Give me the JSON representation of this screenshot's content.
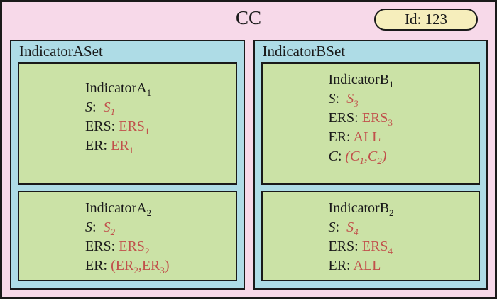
{
  "header": {
    "title": "CC",
    "badge": "Id: 123"
  },
  "colors": {
    "background": "#f7d9e9",
    "set_background": "#aedce6",
    "box_background": "#cbe2a6",
    "badge_background": "#f6eebc",
    "accent_red": "#c1504b",
    "border": "#1a1a1a"
  },
  "sets": [
    {
      "label": "IndicatorASet",
      "boxes": [
        {
          "title": [
            {
              "t": "IndicatorA"
            },
            {
              "t": "1",
              "sub": true
            }
          ],
          "lines": [
            [
              {
                "t": "S",
                "i": true
              },
              {
                "t": ":  "
              },
              {
                "t": "S",
                "red": true,
                "i": true
              },
              {
                "t": "1",
                "red": true,
                "i": true,
                "sub": true
              }
            ],
            [
              {
                "t": "ERS: "
              },
              {
                "t": "ERS",
                "red": true
              },
              {
                "t": "1",
                "red": true,
                "sub": true
              }
            ],
            [
              {
                "t": "ER: "
              },
              {
                "t": "ER",
                "red": true
              },
              {
                "t": "1",
                "red": true,
                "sub": true
              }
            ]
          ]
        },
        {
          "title": [
            {
              "t": "IndicatorA"
            },
            {
              "t": "2",
              "sub": true
            }
          ],
          "lines": [
            [
              {
                "t": "S",
                "i": true
              },
              {
                "t": ":  "
              },
              {
                "t": "S",
                "red": true,
                "i": true
              },
              {
                "t": "2",
                "red": true,
                "i": true,
                "sub": true
              }
            ],
            [
              {
                "t": "ERS: "
              },
              {
                "t": "ERS",
                "red": true
              },
              {
                "t": "2",
                "red": true,
                "sub": true
              }
            ],
            [
              {
                "t": "ER: "
              },
              {
                "t": "(ER",
                "red": true
              },
              {
                "t": "2",
                "red": true,
                "sub": true
              },
              {
                "t": ",ER",
                "red": true
              },
              {
                "t": "3",
                "red": true,
                "sub": true
              },
              {
                "t": ")",
                "red": true
              }
            ]
          ]
        }
      ]
    },
    {
      "label": "IndicatorBSet",
      "boxes": [
        {
          "title": [
            {
              "t": "IndicatorB"
            },
            {
              "t": "1",
              "sub": true
            }
          ],
          "lines": [
            [
              {
                "t": "S",
                "i": true
              },
              {
                "t": ":  "
              },
              {
                "t": "S",
                "red": true,
                "i": true
              },
              {
                "t": "3",
                "red": true,
                "i": true,
                "sub": true
              }
            ],
            [
              {
                "t": "ERS: "
              },
              {
                "t": "ERS",
                "red": true
              },
              {
                "t": "3",
                "red": true,
                "sub": true
              }
            ],
            [
              {
                "t": "ER: "
              },
              {
                "t": "ALL",
                "red": true
              }
            ],
            [
              {
                "t": "C",
                "i": true
              },
              {
                "t": ": "
              },
              {
                "t": "(C",
                "red": true,
                "i": true
              },
              {
                "t": "1",
                "red": true,
                "i": true,
                "sub": true
              },
              {
                "t": ",C",
                "red": true,
                "i": true
              },
              {
                "t": "2",
                "red": true,
                "i": true,
                "sub": true
              },
              {
                "t": ")",
                "red": true,
                "i": true
              }
            ]
          ]
        },
        {
          "title": [
            {
              "t": "IndicatorB"
            },
            {
              "t": "2",
              "sub": true
            }
          ],
          "lines": [
            [
              {
                "t": "S",
                "i": true
              },
              {
                "t": ":  "
              },
              {
                "t": "S",
                "red": true,
                "i": true
              },
              {
                "t": "4",
                "red": true,
                "i": true,
                "sub": true
              }
            ],
            [
              {
                "t": "ERS: "
              },
              {
                "t": "ERS",
                "red": true
              },
              {
                "t": "4",
                "red": true,
                "sub": true
              }
            ],
            [
              {
                "t": "ER: "
              },
              {
                "t": "ALL",
                "red": true
              }
            ]
          ]
        }
      ]
    }
  ]
}
